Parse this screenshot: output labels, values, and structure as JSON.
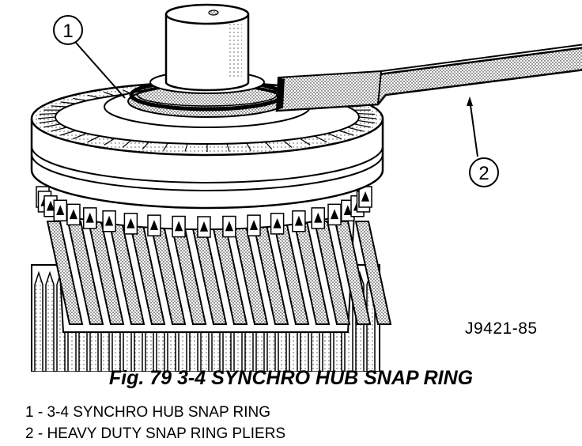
{
  "figure": {
    "callouts": [
      {
        "number": "1",
        "target": "snap ring"
      },
      {
        "number": "2",
        "target": "snap ring pliers"
      }
    ],
    "drawing_code": "J9421-85"
  },
  "caption": "Fig. 79 3-4 SYNCHRO HUB SNAP RING",
  "legend": [
    "1 - 3-4 SYNCHRO HUB SNAP RING",
    "2 - HEAVY DUTY SNAP RING PLIERS"
  ]
}
